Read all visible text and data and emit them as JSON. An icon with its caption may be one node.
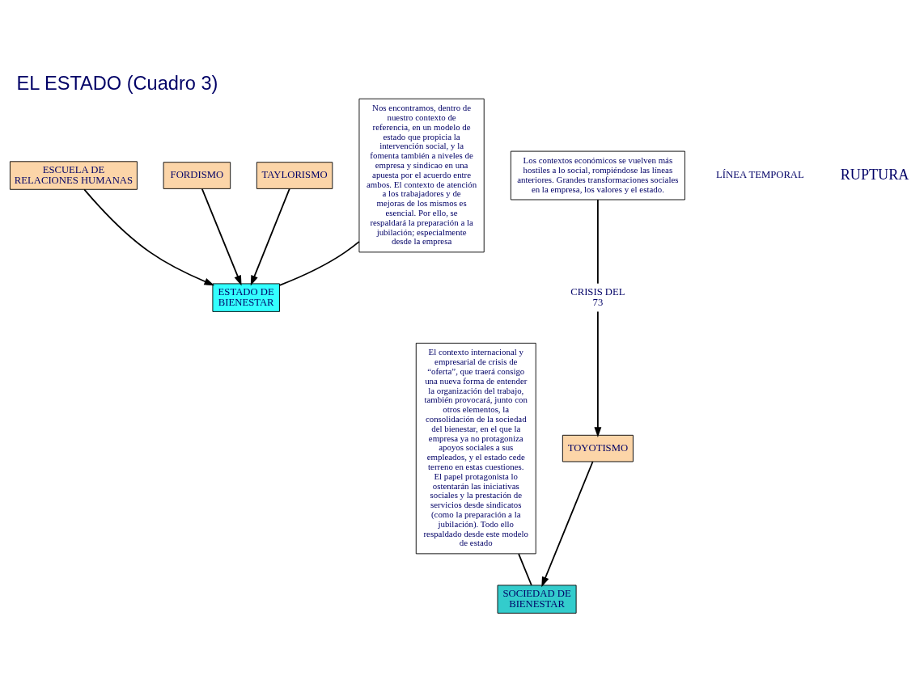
{
  "diagram": {
    "title": "EL ESTADO (Cuadro 3)",
    "nodes": [
      {
        "text": [
          "ESCUELA DE RELACIONES HUMANAS"
        ]
      },
      {
        "text": [
          "FORDISMO"
        ]
      },
      {
        "text": [
          "TAYLORISMO"
        ]
      },
      {
        "text": [
          "ESTADO DE BIENESTAR"
        ]
      },
      {
        "text": [
          "Nos encontramos, dentro de nuestro contexto de referencia, en un modelo de estado que propicia la intervención social, y la fomenta también a niveles de empresa y sindicao en una apuesta por el acuerdo entre ambos. El contexto de atención a los trabajadores y de mejoras de los mismos es esencial. Por ello, se respaldará la preparación a la jubilación; especialmente desde la empresa"
        ]
      },
      {
        "text": [
          "CRISIS DEL 73"
        ]
      },
      {
        "text": [
          "Los contextos económicos se vuelven más hostiles a lo social, rompiéndose las líneas anteriores. Grandes transformaciones sociales en la empresa, los valores y el estado."
        ]
      },
      {
        "text": [
          "TOYOTISMO"
        ]
      },
      {
        "text": [
          "SOCIEDAD DE BIENESTAR"
        ]
      },
      {
        "text": [
          "El contexto internacional y empresarial de crisis de “oferta”, que traerá consigo una nueva forma de entender la organización del trabajo, también provocará, junto con otros elementos, la consolidación de la sociedad del bienestar, en el que la empresa ya no protagoniza apoyos sociales a sus empleados, y el estado cede terreno en estas cuestiones. El papel protagonista lo ostentarán las iniciativas sociales y la prestación de servicios desde sindicatos (como la preparación a la jubilación). Todo ello respaldado desde este modelo de estado"
        ]
      }
    ],
    "edges": [
      {
        "from": 0,
        "to": 3,
        "arrow": "to"
      },
      {
        "from": 1,
        "to": 3,
        "arrow": "to"
      },
      {
        "from": 2,
        "to": 3,
        "arrow": "to"
      },
      {
        "from": 4,
        "to": 3,
        "arrow": "none"
      },
      {
        "from": 6,
        "to": 5,
        "arrow": "none"
      },
      {
        "from": 5,
        "to": 7,
        "arrow": "to"
      },
      {
        "from": 7,
        "to": 8,
        "arrow": "to"
      },
      {
        "from": 9,
        "to": 8,
        "arrow": "none"
      }
    ],
    "labels": [
      "LÍNEA TEMPORAL",
      "RUPTURA"
    ]
  }
}
